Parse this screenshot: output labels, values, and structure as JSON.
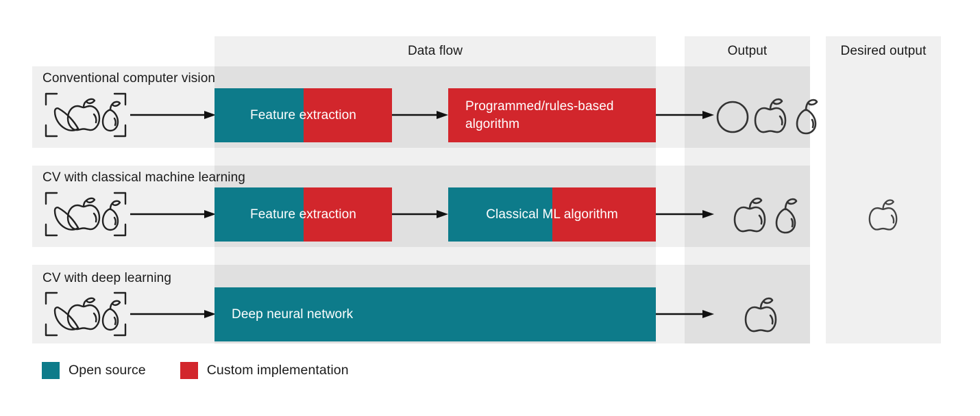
{
  "colors": {
    "teal": "#0d7b8a",
    "red": "#d2262c",
    "band_light": "#f0f0f0",
    "band_dark": "#e0e0e0",
    "text": "#1a1a1a",
    "icon_stroke": "#3a3a3a",
    "arrow": "#111111",
    "box_text": "#ffffff",
    "page_bg": "#ffffff"
  },
  "columns": {
    "data_flow": "Data flow",
    "output": "Output",
    "desired_output": "Desired output"
  },
  "rows": [
    {
      "title": "Conventional computer vision",
      "input_icon": "fruit-scan-frame-icon",
      "stages": [
        {
          "label": "Feature extraction",
          "teal_fraction": 0.5,
          "align": "center"
        },
        {
          "label": "Programmed/rules-based algorithm",
          "teal_fraction": 0.0,
          "align": "left"
        }
      ],
      "output_icons": [
        "circle-icon",
        "apple-icon",
        "pear-icon"
      ]
    },
    {
      "title": "CV with classical machine learning",
      "input_icon": "fruit-scan-frame-icon",
      "stages": [
        {
          "label": "Feature extraction",
          "teal_fraction": 0.5,
          "align": "center"
        },
        {
          "label": "Classical ML algorithm",
          "teal_fraction": 0.5,
          "align": "center"
        }
      ],
      "output_icons": [
        "apple-icon",
        "pear-icon"
      ]
    },
    {
      "title": "CV with deep learning",
      "input_icon": "fruit-scan-frame-icon",
      "stages": [
        {
          "label": "Deep neural network",
          "teal_fraction": 1.0,
          "align": "left"
        }
      ],
      "output_icons": [
        "apple-icon"
      ]
    }
  ],
  "desired_output_icons": [
    "apple-icon"
  ],
  "legend": [
    {
      "label": "Open source",
      "color": "#0d7b8a"
    },
    {
      "label": "Custom implementation",
      "color": "#d2262c"
    }
  ]
}
